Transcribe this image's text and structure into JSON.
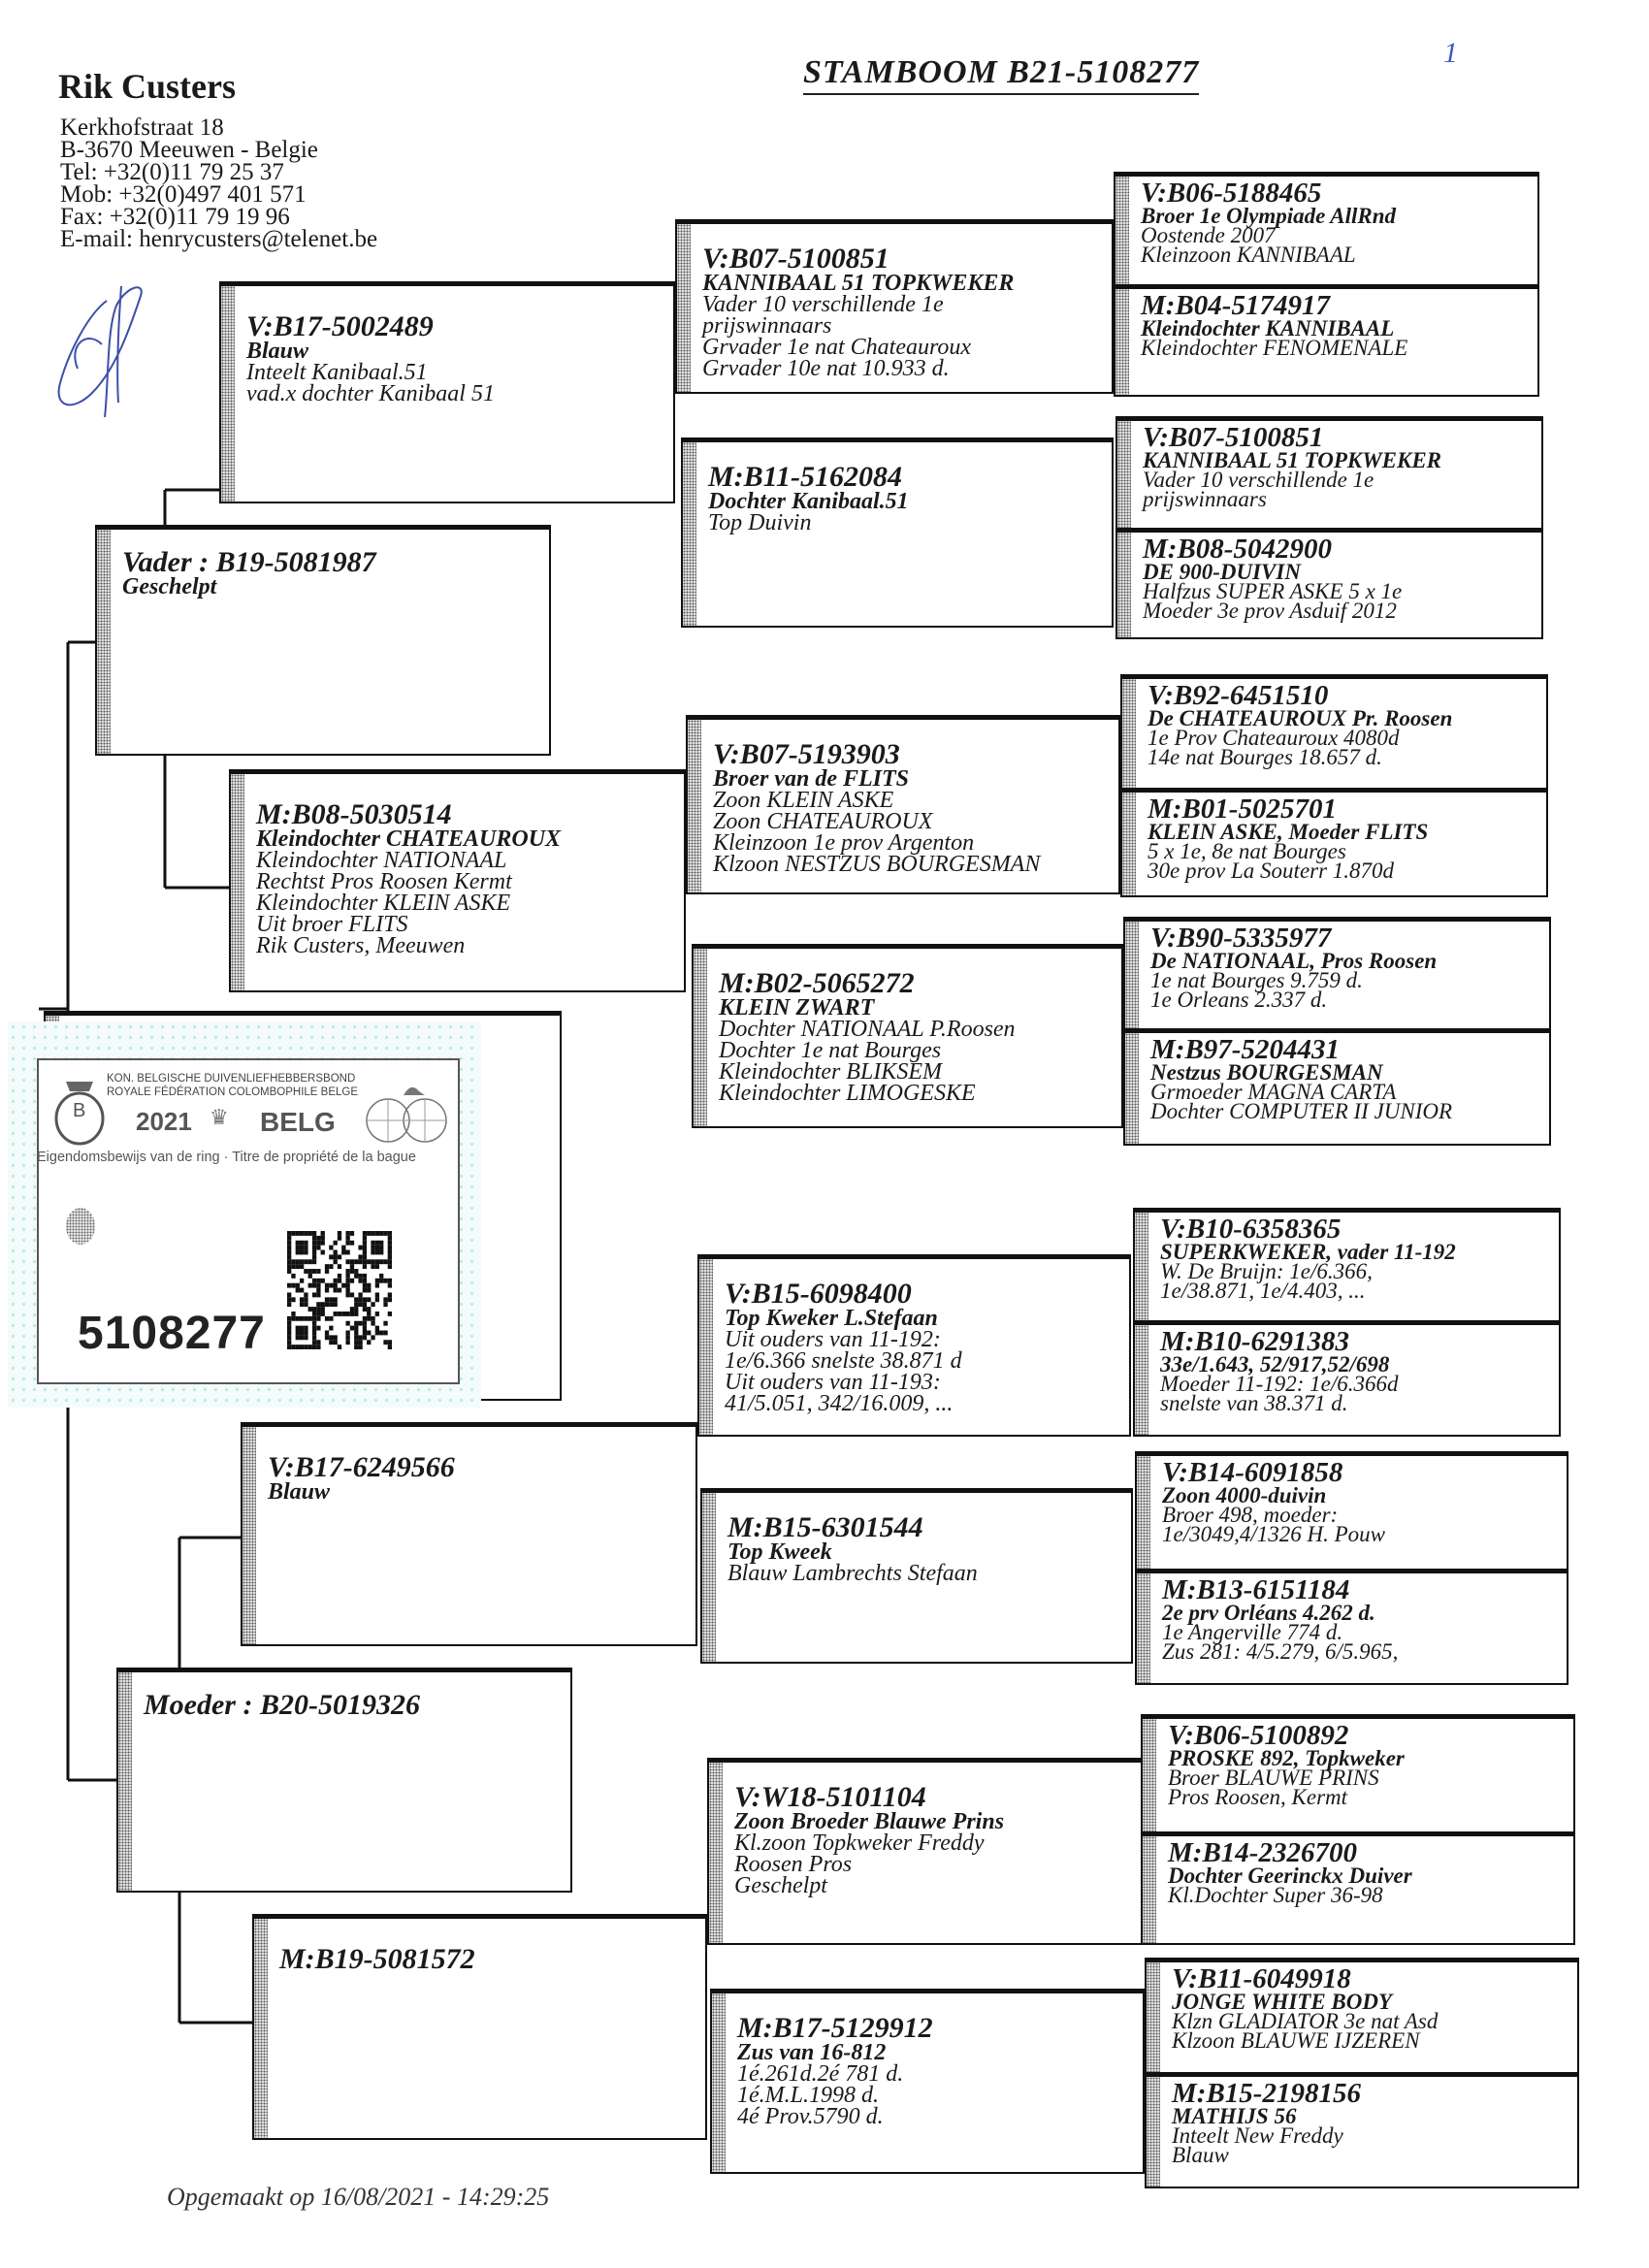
{
  "header": {
    "owner_name": "Rik Custers",
    "address_lines": [
      "Kerkhofstraat 18",
      "B-3670 Meeuwen -  Belgie",
      "Tel:  +32(0)11 79 25 37",
      "Mob:  +32(0)497 401 571",
      "Fax:  +32(0)11 79 19 96",
      "E-mail: henrycusters@telenet.be"
    ],
    "title": "STAMBOOM  B21-5108277",
    "page_number": "1"
  },
  "ring_card": {
    "org_nl": "KON. BELGISCHE DUIVENLIEFHEBBERSBOND",
    "org_fr": "ROYALE FÉDÉRATION COLOMBOPHILE BELGE",
    "year": "2021",
    "country": "BELG",
    "caption": "Eigendomsbewijs van de ring · Titre de propriété de la bague",
    "ring_number": "5108277"
  },
  "pedigree": {
    "vader": [
      "Vader : B19-5081987",
      "Geschelpt"
    ],
    "moeder": [
      "Moeder : B20-5019326"
    ],
    "vv": [
      "V:B17-5002489",
      "Blauw",
      "Inteelt Kanibaal.51",
      "vad.x dochter Kanibaal 51"
    ],
    "vm": [
      "M:B08-5030514",
      "Kleindochter CHATEAUROUX",
      "Kleindochter NATIONAAL",
      "Rechtst Pros Roosen Kermt",
      "Kleindochter KLEIN ASKE",
      "Uit broer FLITS",
      "Rik Custers, Meeuwen"
    ],
    "mv": [
      "V:B17-6249566",
      "Blauw"
    ],
    "mm": [
      "M:B19-5081572"
    ],
    "vvv": [
      "V:B07-5100851",
      "KANNIBAAL 51 TOPKWEKER",
      "Vader 10 verschillende 1e",
      " prijswinnaars",
      "Grvader 1e nat Chateauroux",
      "Grvader 10e nat 10.933 d."
    ],
    "vvm": [
      "M:B11-5162084",
      "Dochter Kanibaal.51",
      "Top Duivin"
    ],
    "vmv": [
      "V:B07-5193903",
      "Broer van de FLITS",
      "Zoon KLEIN ASKE",
      "Zoon CHATEAUROUX",
      "Kleinzoon 1e prov Argenton",
      "Klzoon NESTZUS BOURGESMAN"
    ],
    "vmm": [
      "M:B02-5065272",
      "KLEIN ZWART",
      "Dochter NATIONAAL P.Roosen",
      "Dochter 1e nat Bourges",
      "Kleindochter BLIKSEM",
      "Kleindochter LIMOGESKE"
    ],
    "mvv": [
      "V:B15-6098400",
      "Top Kweker L.Stefaan",
      "Uit ouders van 11-192:",
      " 1e/6.366 snelste 38.871 d",
      "Uit ouders van 11-193:",
      " 41/5.051, 342/16.009, ..."
    ],
    "mvm": [
      "M:B15-6301544",
      "Top Kweek",
      "Blauw Lambrechts Stefaan"
    ],
    "mmv": [
      "V:W18-5101104",
      "Zoon Broeder Blauwe Prins",
      "Kl.zoon Topkweker Freddy",
      "Roosen Pros",
      "Geschelpt"
    ],
    "mmm": [
      "M:B17-5129912",
      "Zus van 16-812",
      "1é.261d.2é 781 d.",
      "1é.M.L.1998 d.",
      "4é Prov.5790 d."
    ],
    "vvvv": [
      "V:B06-5188465",
      "Broer 1e Olympiade AllRnd",
      " Oostende 2007",
      "Kleinzoon KANNIBAAL"
    ],
    "vvvm": [
      "M:B04-5174917",
      "Kleindochter KANNIBAAL",
      "Kleindochter FENOMENALE"
    ],
    "vvmv": [
      "V:B07-5100851",
      "KANNIBAAL 51 TOPKWEKER",
      "Vader 10 verschillende 1e",
      " prijswinnaars"
    ],
    "vvmm": [
      "M:B08-5042900",
      "DE 900-DUIVIN",
      "Halfzus SUPER ASKE 5 x 1e",
      "Moeder 3e prov Asduif 2012"
    ],
    "vmvv": [
      "V:B92-6451510",
      "De CHATEAUROUX Pr. Roosen",
      " 1e Prov Chateauroux 4080d",
      "14e nat Bourges 18.657 d."
    ],
    "vmvm": [
      "M:B01-5025701",
      "KLEIN ASKE, Moeder FLITS",
      "5 x 1e, 8e nat Bourges",
      "30e prov La Souterr 1.870d"
    ],
    "vmmv": [
      "V:B90-5335977",
      "De NATIONAAL, Pros Roosen",
      "1e nat Bourges 9.759 d.",
      "1e Orleans 2.337 d."
    ],
    "vmmm": [
      "M:B97-5204431",
      "Nestzus BOURGESMAN",
      "Grmoeder MAGNA CARTA",
      "Dochter COMPUTER II JUNIOR"
    ],
    "mvvv": [
      "V:B10-6358365",
      "SUPERKWEKER, vader 11-192",
      " W. De Bruijn: 1e/6.366,",
      " 1e/38.871, 1e/4.403, ..."
    ],
    "mvvm": [
      "M:B10-6291383",
      " 33e/1.643, 52/917,52/698",
      "Moeder 11-192: 1e/6.366d",
      " snelste van 38.371 d."
    ],
    "mvmv": [
      "V:B14-6091858",
      "Zoon 4000-duivin",
      "Broer 498, moeder:",
      " 1e/3049,4/1326 H. Pouw"
    ],
    "mvmm": [
      "M:B13-6151184",
      " 2e prv Orléans 4.262 d.",
      " 1e Angerville    774 d.",
      "Zus 281: 4/5.279, 6/5.965,"
    ],
    "mmvv": [
      "V:B06-5100892",
      "PROSKE 892, Topkweker",
      "Broer BLAUWE PRINS",
      "Pros Roosen, Kermt"
    ],
    "mmvm": [
      "M:B14-2326700",
      "Dochter Geerinckx Duiver",
      "Kl.Dochter Super 36-98"
    ],
    "mmmv": [
      "V:B11-6049918",
      "JONGE WHITE BODY",
      "Klzn GLADIATOR 3e nat Asd",
      "Klzoon BLAUWE IJZEREN"
    ],
    "mmmm": [
      "M:B15-2198156",
      "MATHIJS 56",
      "Inteelt New  Freddy",
      "Blauw"
    ]
  },
  "footer": "Opgemaakt op 16/08/2021 - 14:29:25"
}
